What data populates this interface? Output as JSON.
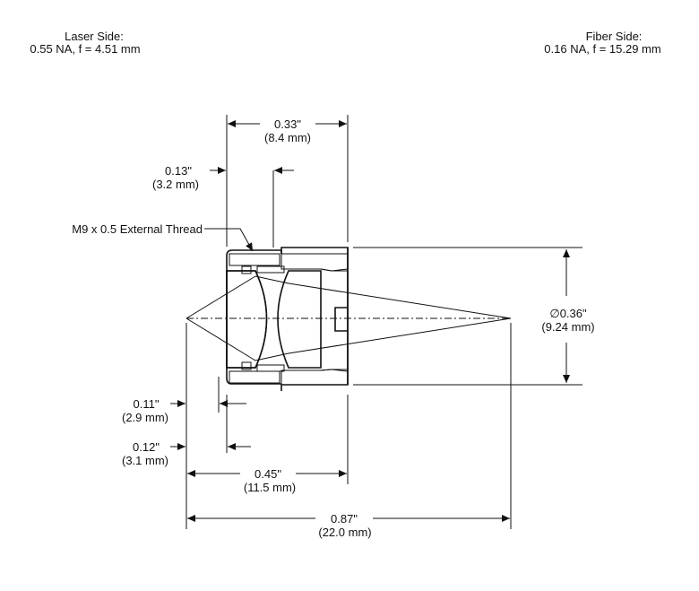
{
  "header": {
    "laser_title": "Laser Side:",
    "laser_spec": "0.55 NA, f = 4.51 mm",
    "fiber_title": "Fiber Side:",
    "fiber_spec": "0.16 NA, f = 15.29 mm"
  },
  "dimensions": {
    "housing_length_in": "0.33\"",
    "housing_length_mm": "(8.4 mm)",
    "thread_length_in": "0.13\"",
    "thread_length_mm": "(3.2 mm)",
    "thread_label": "M9 x 0.5 External Thread",
    "diameter_in": "∅0.36\"",
    "diameter_mm": "(9.24 mm)",
    "laser_wd_in": "0.11\"",
    "laser_wd_mm": "(2.9 mm)",
    "laser_offset_in": "0.12\"",
    "laser_offset_mm": "(3.1 mm)",
    "focus_to_end_in": "0.45\"",
    "focus_to_end_mm": "(11.5 mm)",
    "total_in": "0.87\"",
    "total_mm": "(22.0 mm)"
  }
}
